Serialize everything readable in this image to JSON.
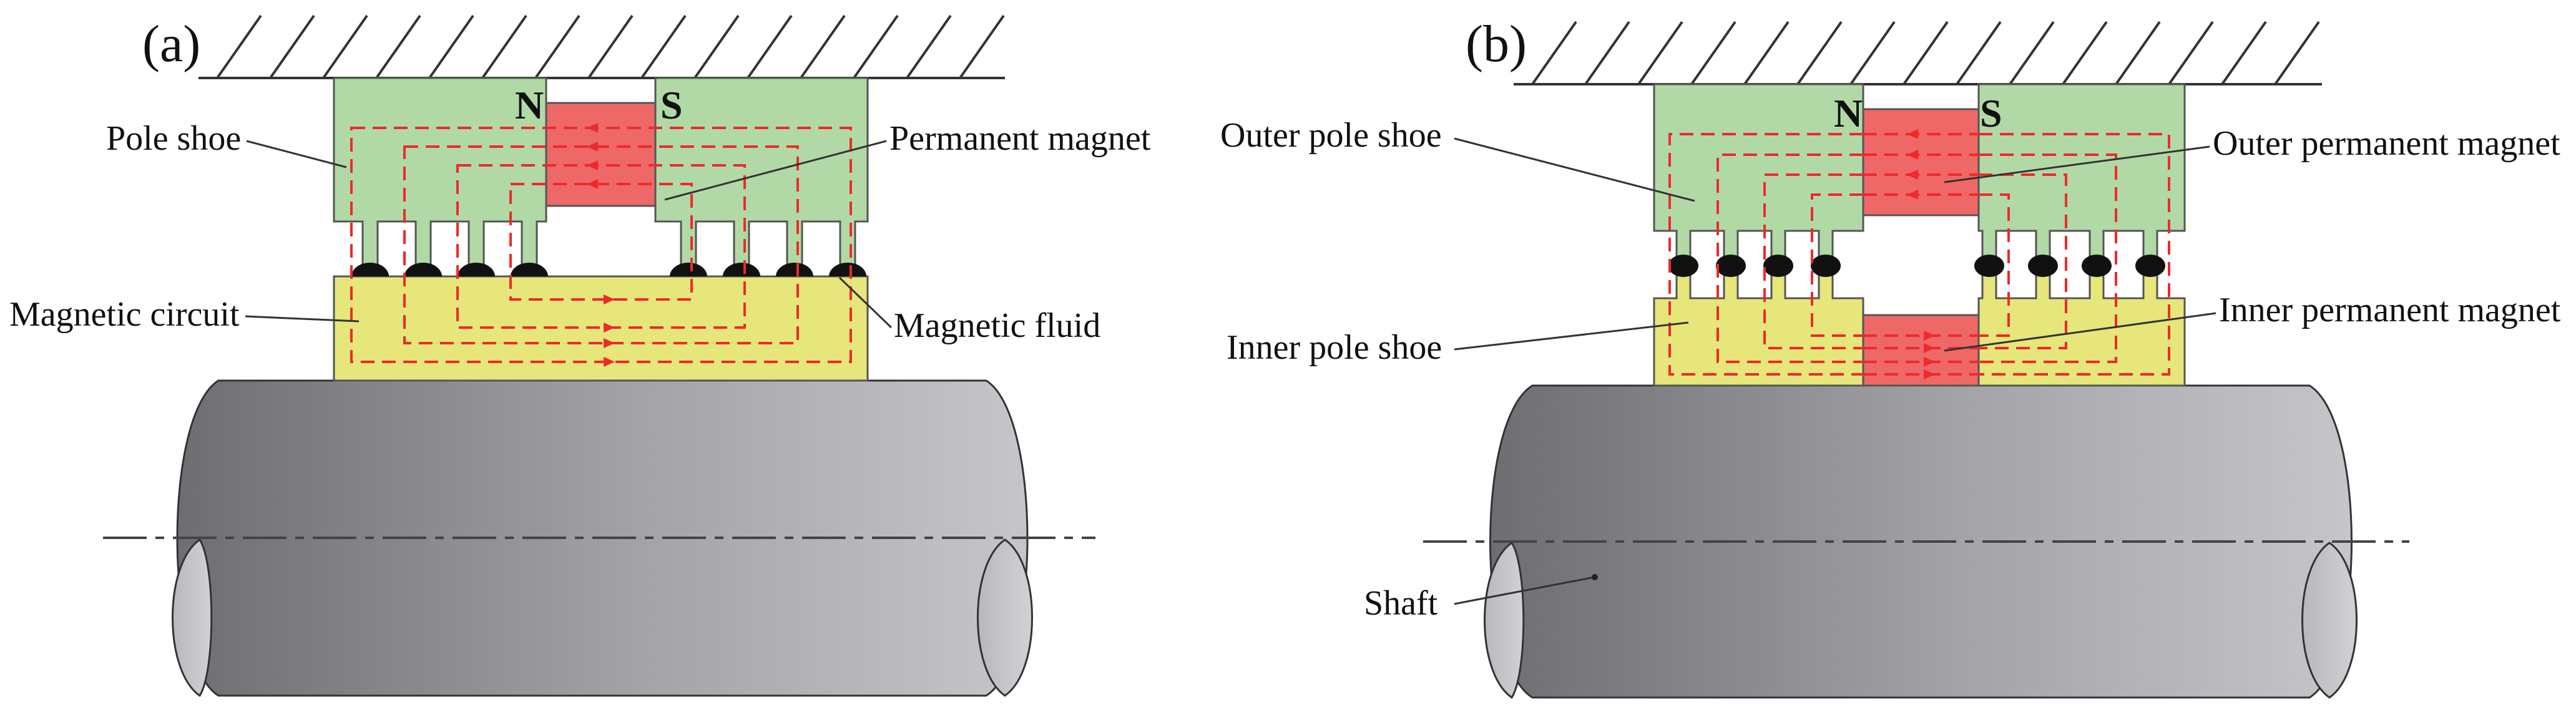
{
  "panels": {
    "a": {
      "label": "(a)",
      "labels": {
        "pole_shoe": "Pole shoe",
        "permanent_magnet": "Permanent magnet",
        "magnetic_circuit": "Magnetic circuit",
        "magnetic_fluid": "Magnetic fluid"
      },
      "poles": {
        "n": "N",
        "s": "S"
      }
    },
    "b": {
      "label": "(b)",
      "labels": {
        "outer_pole_shoe": "Outer pole shoe",
        "outer_permanent_magnet": "Outer permanent magnet",
        "inner_pole_shoe": "Inner pole shoe",
        "inner_permanent_magnet": "Inner permanent magnet",
        "shaft": "Shaft"
      },
      "poles": {
        "n": "N",
        "s": "S"
      }
    }
  },
  "colors": {
    "pole_shoe": "#b1d9a6",
    "magnet": "#ef6868",
    "circuit": "#e6e67b",
    "fluid": "#111111",
    "flux": "#ee2a2a",
    "shaft_dark": "#6e6e72",
    "shaft_light": "#c4c4c8"
  }
}
